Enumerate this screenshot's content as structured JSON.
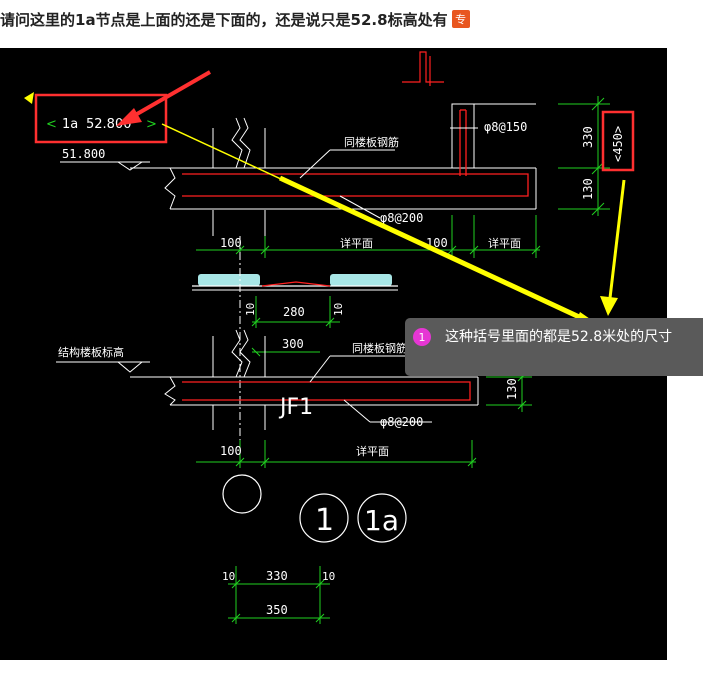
{
  "question": {
    "text": "请问这里的1a节点是上面的还是下面的，还是说只是52.8标高处有",
    "badge": "专"
  },
  "drawing": {
    "callout_tag": "1a",
    "callout_elevation": "52.800",
    "elevation_upper": "51.800",
    "label_slab_rebar_upper": "同楼板钢筋",
    "label_slab_rebar_lower": "同楼板钢筋",
    "rebar_vertical": "φ8@150",
    "rebar_upper": "φ8@200",
    "rebar_lower": "φ8@200",
    "bracket_dim": "<450>",
    "dim_330": "330",
    "dim_130_upper": "130",
    "dim_130_lower": "130",
    "dim_100_upper_left": "100",
    "dim_100_upper_right": "100",
    "detail_left_upper": "详平面",
    "detail_right_upper": "详平面",
    "detail_lower": "详平面",
    "dim_10_left": "10",
    "dim_10_right": "10",
    "dim_280": "280",
    "dim_300": "300",
    "label_structural_elev": "结构楼板标高",
    "label_jf1": "JF1",
    "dim_100_lower": "100",
    "circle_1": "1",
    "circle_1a": "1a",
    "bot_10_left": "10",
    "bot_330": "330",
    "bot_10_right": "10",
    "bot_350": "350"
  },
  "tooltip": {
    "number": "1",
    "text": "这种括号里面的都是52.8米处的尺寸"
  },
  "colors": {
    "canvas": "#000000",
    "rebar": "#ff2020",
    "dimension": "#20d020",
    "annotation": "#ffffff",
    "callout_box": "#ff3030",
    "arrow_yellow": "#ffff00",
    "panel_cyan": "#a8e6e6"
  }
}
